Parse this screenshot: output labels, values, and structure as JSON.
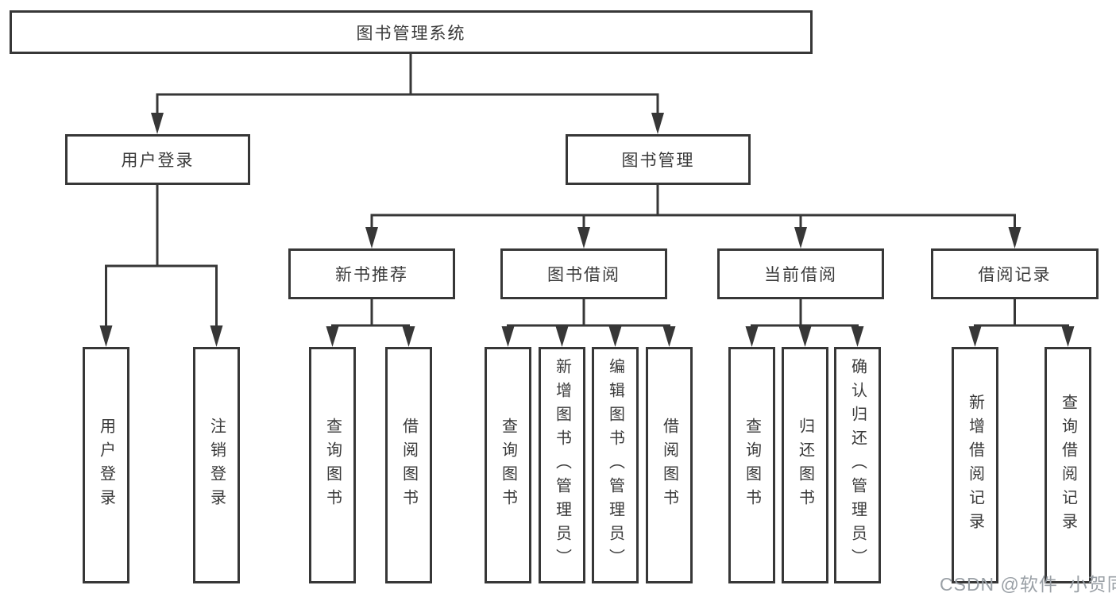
{
  "diagram_title": "图书管理系统",
  "tree": {
    "root": {
      "label": "图书管理系统",
      "children": [
        {
          "label": "用户登录",
          "children": [
            {
              "label": "用户登录"
            },
            {
              "label": "注销登录"
            }
          ]
        },
        {
          "label": "图书管理",
          "children": [
            {
              "label": "新书推荐",
              "children": [
                {
                  "label": "查询图书"
                },
                {
                  "label": "借阅图书"
                }
              ]
            },
            {
              "label": "图书借阅",
              "children": [
                {
                  "label": "查询图书"
                },
                {
                  "label": "新增图书（管理员）"
                },
                {
                  "label": "编辑图书（管理员）"
                },
                {
                  "label": "借阅图书"
                }
              ]
            },
            {
              "label": "当前借阅",
              "children": [
                {
                  "label": "查询图书"
                },
                {
                  "label": "归还图书"
                },
                {
                  "label": "确认归还（管理员）"
                }
              ]
            },
            {
              "label": "借阅记录",
              "children": [
                {
                  "label": "新增借阅记录"
                },
                {
                  "label": "查询借阅记录"
                }
              ]
            }
          ]
        }
      ]
    }
  },
  "watermark": "CSDN @软件_小贺同学",
  "colors": {
    "line": "#373737",
    "text": "#3a3a3a",
    "box_background": "#ffffff",
    "watermark": "#9aa0a6"
  }
}
